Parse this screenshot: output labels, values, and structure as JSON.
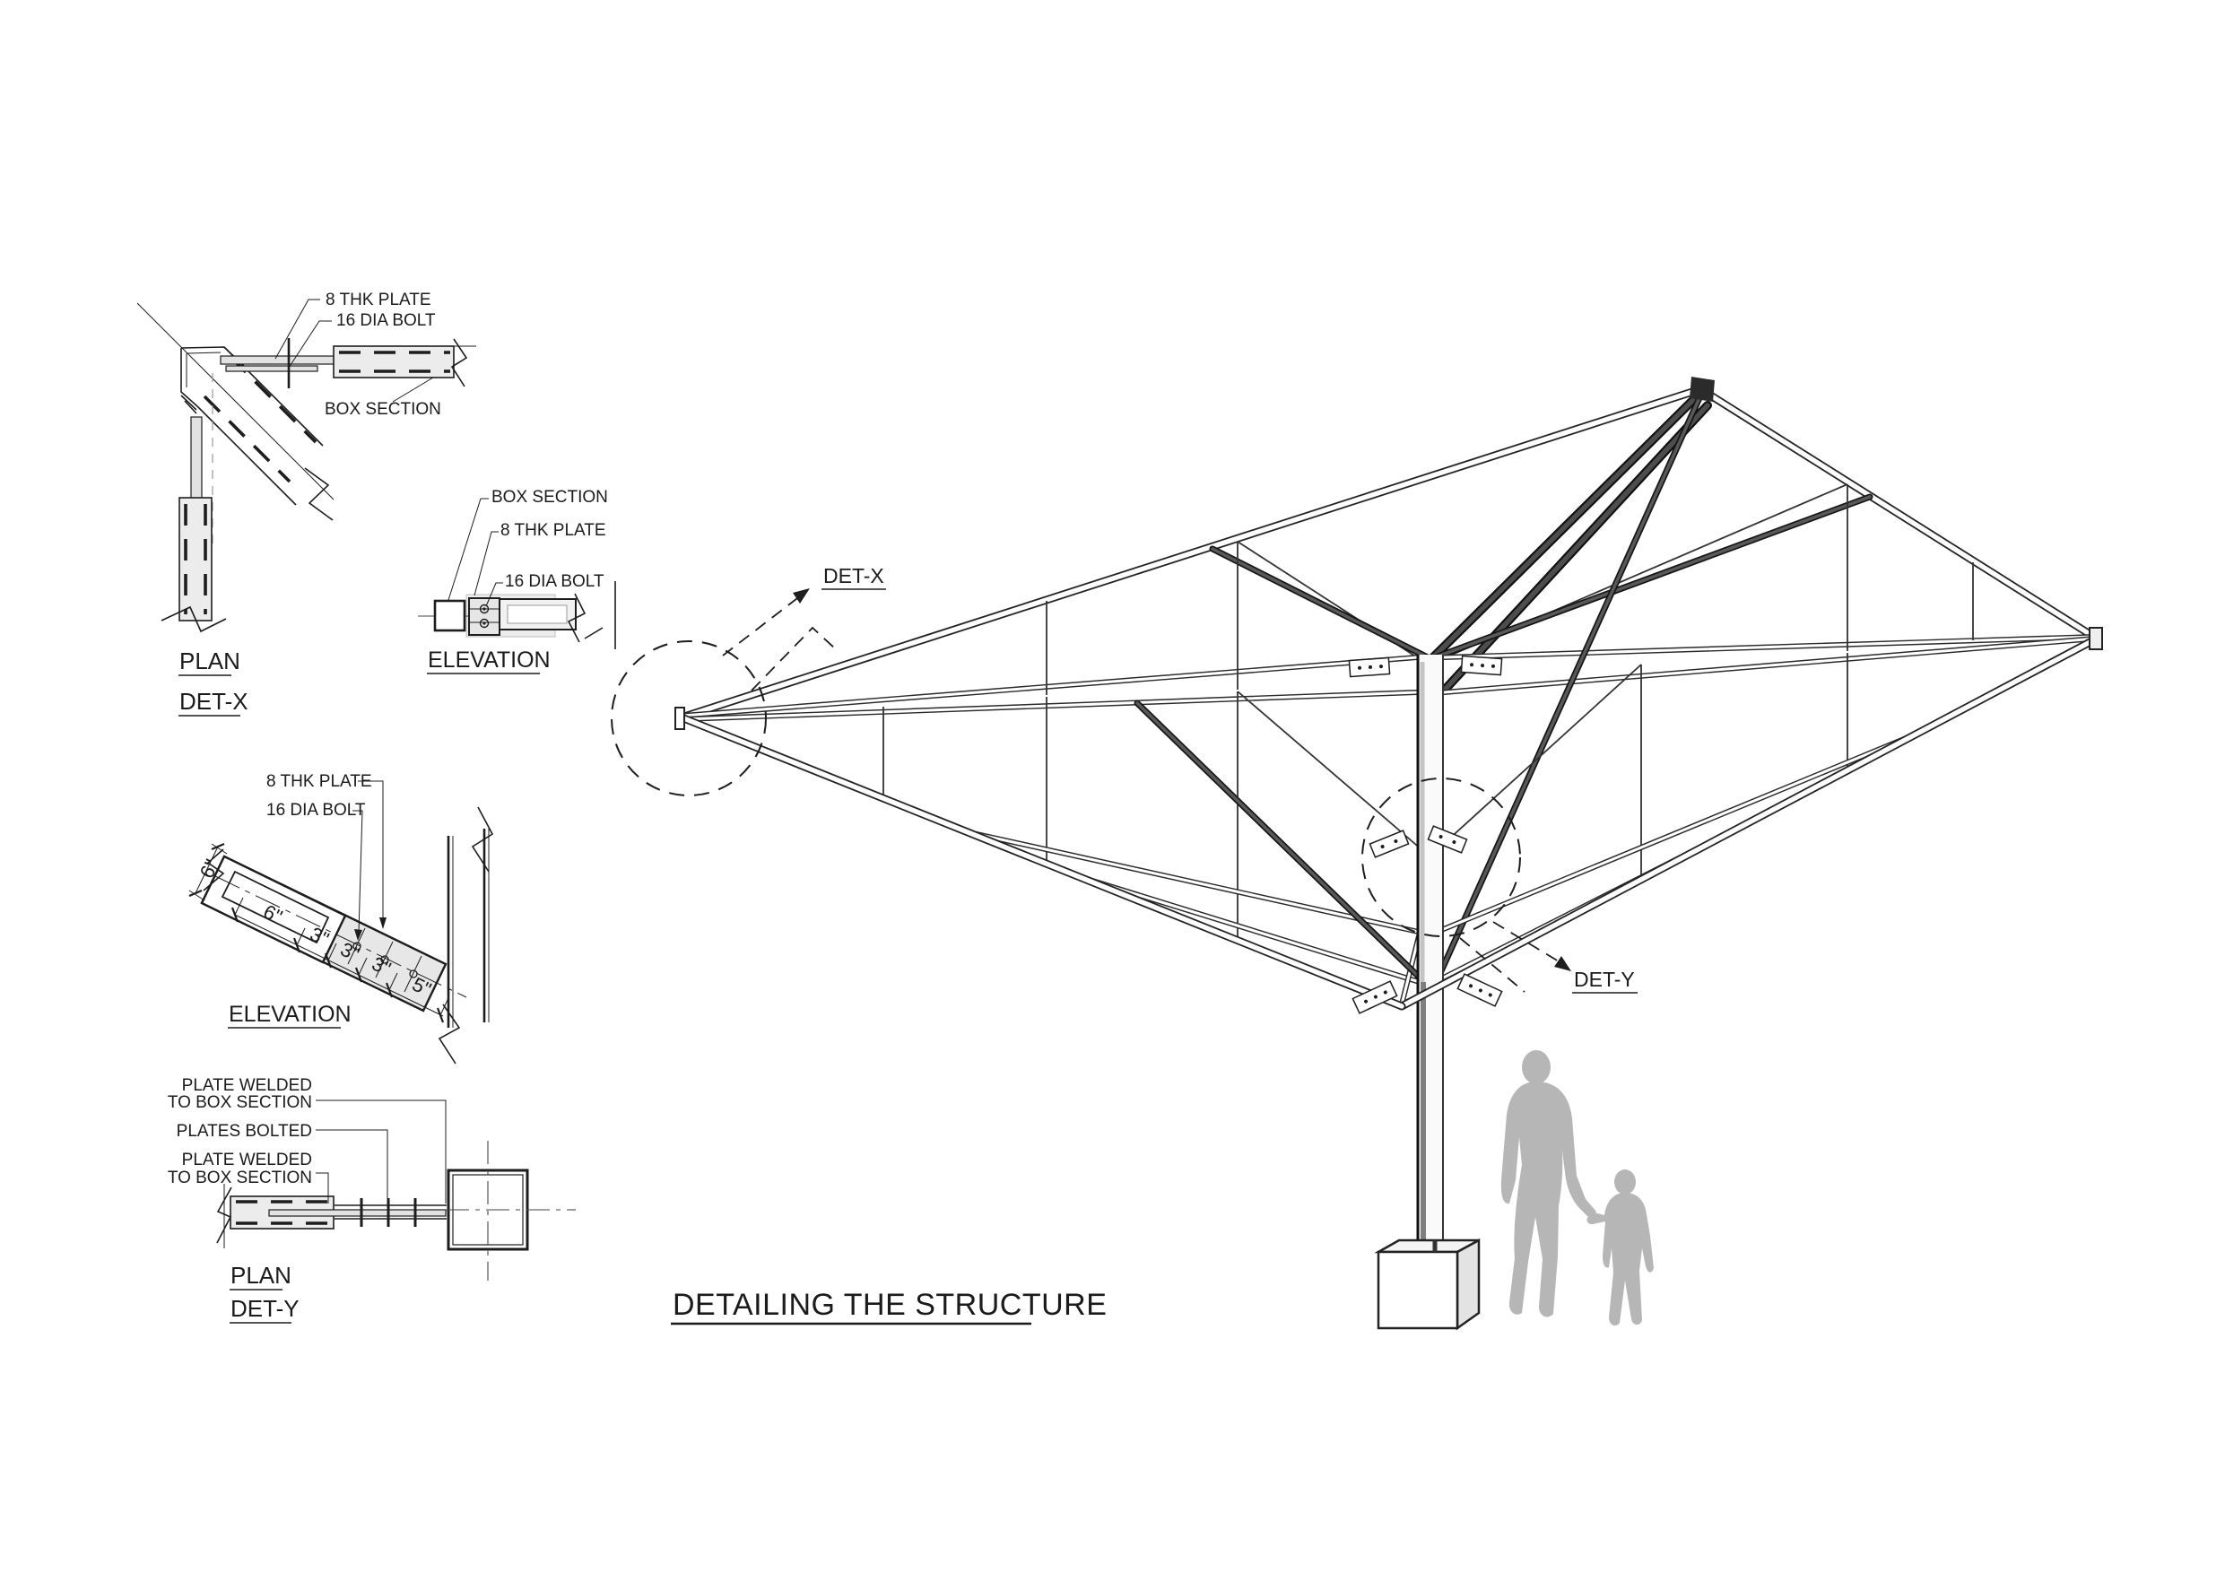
{
  "title": {
    "text": "DETAILING THE STRUCTURE"
  },
  "iso": {
    "det_x_callout": "DET-X",
    "det_y_callout": "DET-Y"
  },
  "plan_det_x": {
    "label_plate": "8 THK PLATE",
    "label_bolt": "16 DIA BOLT",
    "label_box": "BOX SECTION",
    "caption_view": "PLAN",
    "caption_name": "DET-X"
  },
  "elev_det_x": {
    "label_box": "BOX SECTION",
    "label_plate": "8 THK PLATE",
    "label_bolt": "16 DIA BOLT",
    "caption": "ELEVATION"
  },
  "elev_det_y": {
    "label_plate": "8 THK PLATE",
    "label_bolt": "16 DIA BOLT",
    "caption": "ELEVATION",
    "dim_width": "6\"",
    "dim_1": "6\"",
    "dim_2": "3\"",
    "dim_3": "3\"",
    "dim_4": "3\"",
    "dim_5": "5\""
  },
  "plan_det_y": {
    "label_weld_top_line1": "PLATE WELDED",
    "label_weld_top_line2": "TO BOX SECTION",
    "label_bolted": "PLATES BOLTED",
    "label_weld_bot_line1": "PLATE WELDED",
    "label_weld_bot_line2": "TO BOX SECTION",
    "caption_view": "PLAN",
    "caption_name": "DET-Y"
  },
  "colors": {
    "line": "#1d1d1d",
    "panel_gray": "#ececec",
    "plate_gray": "#e2e2e2",
    "dark_beam": "#4d4d4d",
    "figure_gray": "#b6b6b6",
    "background": "#ffffff"
  }
}
